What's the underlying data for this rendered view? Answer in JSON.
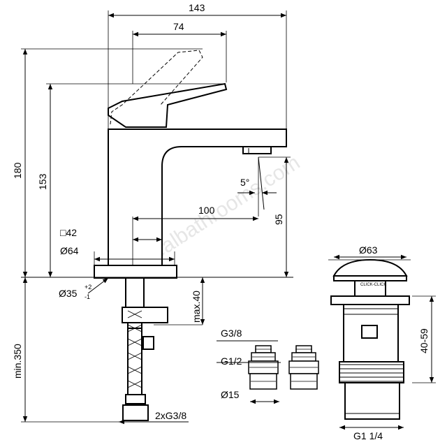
{
  "labels": {
    "width_overall": "143",
    "lever_reach": "74",
    "height_overall": "180",
    "height_lever": "153",
    "spout_projection": "100",
    "spout_height": "95",
    "angle": "5°",
    "square_base": "□42",
    "base_diameter": "Ø64",
    "hole_diameter": "Ø35",
    "hole_tol_plus": "+2",
    "hole_tol_minus": "-1",
    "deck_max": "max.40",
    "hose_min": "min.350",
    "hose_thread": "2xG3/8",
    "valve_thread_top": "G3/8",
    "valve_thread_mid": "G1/2",
    "valve_pipe": "Ø15",
    "waste_cap": "Ø63",
    "waste_range": "40-59",
    "waste_thread": "G1 1/4",
    "waste_brand": "CLICK-CLICK"
  },
  "watermark": "idealbathrooms.com"
}
